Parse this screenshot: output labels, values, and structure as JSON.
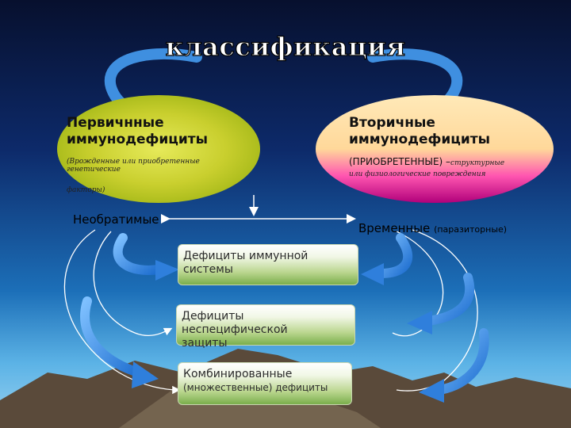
{
  "title": "классификация",
  "primary": {
    "title_line1": "Первичнные",
    "title_line2": "иммунодефициты",
    "note_line1": "(Врожденные или приобретенные генетические",
    "note_line2": "факторы)"
  },
  "secondary": {
    "title_line1": "Вторичные",
    "title_line2": "иммунодефициты",
    "note_main": "(ПРИОБРЕТЕННЫЕ) –",
    "note_small": "структурные",
    "note_line2": "или физиологические повреждения"
  },
  "irreversible": {
    "label": "Необратимые"
  },
  "temporary": {
    "label": "Временные",
    "sub": "(паразиторные)"
  },
  "boxes": [
    {
      "line1": "Дефициты иммунной",
      "line2": "системы"
    },
    {
      "line1": "Дефициты неспецифической",
      "line2": "защиты"
    },
    {
      "line1": "Комбинированные",
      "line2": "(множественные) дефициты"
    }
  ],
  "colors": {
    "ellipse_left": "#c9cf2e",
    "ellipse_right_top": "#ffe9b8",
    "ellipse_right_bottom": "#cc0f90",
    "box_green": "#7aae4c",
    "arrow_blue": "#3f8fe0"
  }
}
